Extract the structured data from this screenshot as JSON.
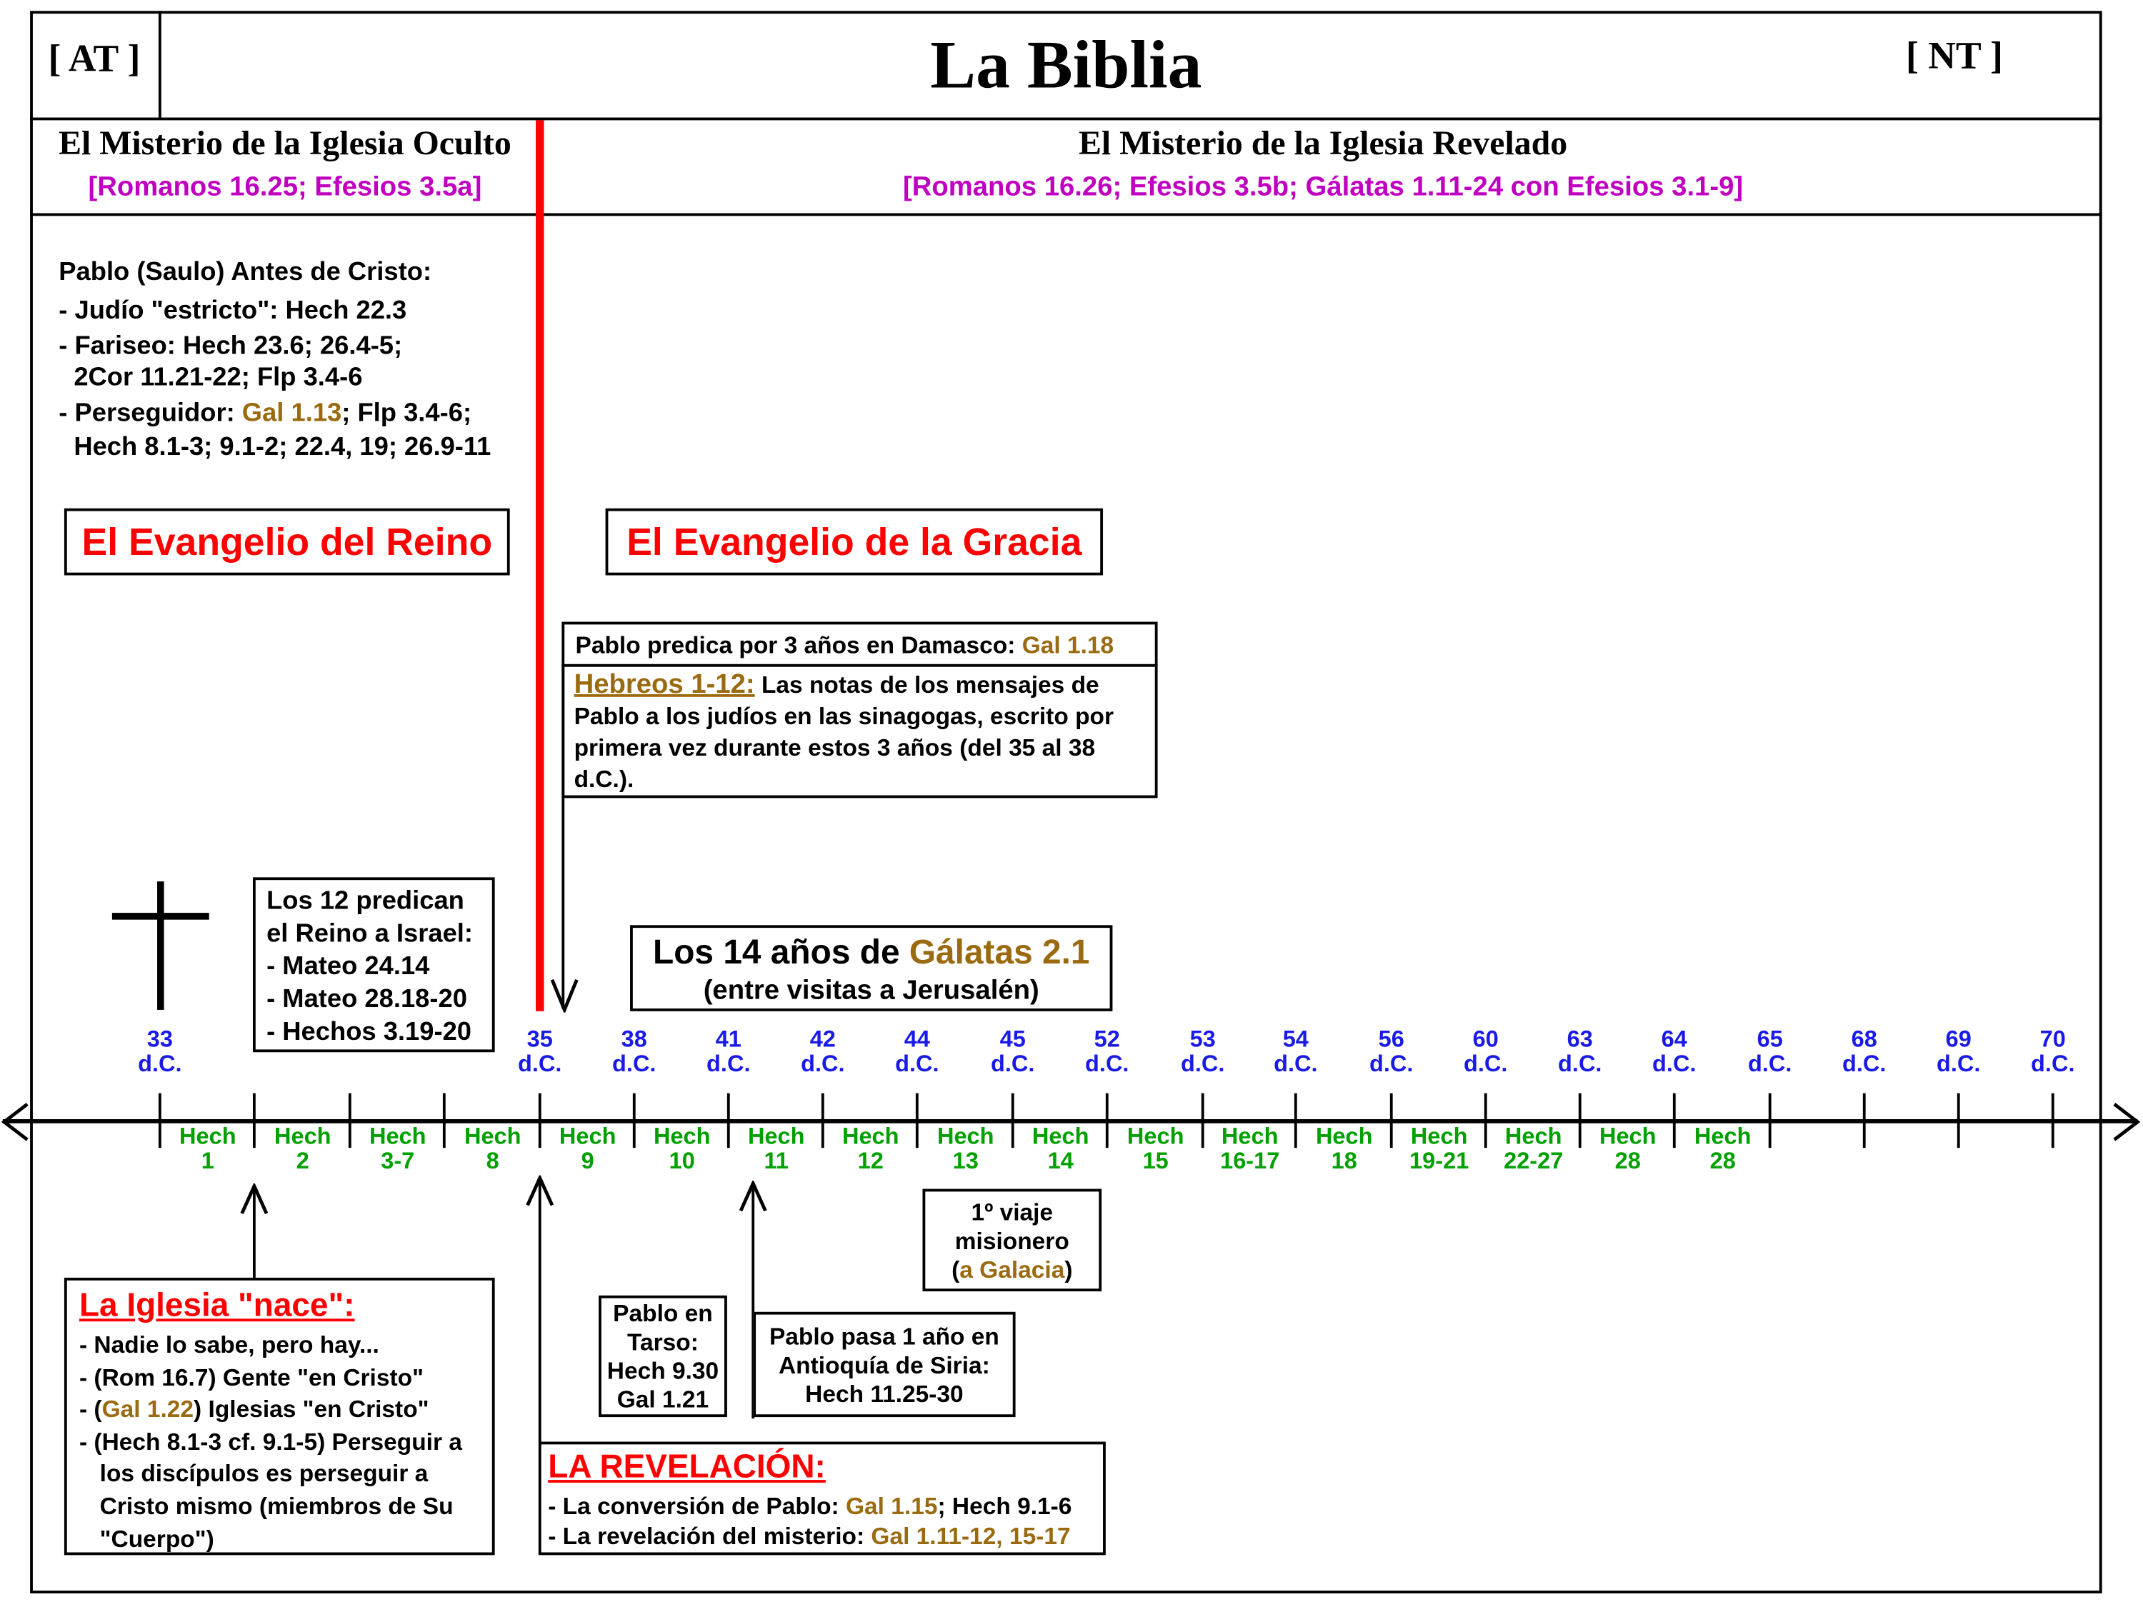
{
  "header": {
    "left_tag": "[ AT ]",
    "title": "La Biblia",
    "right_tag": "[ NT ]"
  },
  "left_head": {
    "title": "El Misterio de la Iglesia Oculto",
    "refs": "[Romanos 16.25; Efesios 3.5a]"
  },
  "right_head": {
    "title": "El Misterio de la Iglesia Revelado",
    "refs": "[Romanos 16.26; Efesios 3.5b; Gálatas 1.11-24 con Efesios 3.1-9]"
  },
  "pablo": {
    "title": "Pablo (Saulo) Antes de Cristo:",
    "l1": "- Judío \"estricto\": Hech 22.3",
    "l2": "- Fariseo: Hech 23.6; 26.4-5;",
    "l3": "2Cor 11.21-22; Flp 3.4-6",
    "l4a": "- Perseguidor: ",
    "l4b": "Gal 1.13",
    "l4c": "; Flp 3.4-6;",
    "l5": "Hech 8.1-3; 9.1-2; 22.4, 19; 26.9-11"
  },
  "gospel_kingdom": "El Evangelio del Reino",
  "gospel_grace": "El Evangelio de la Gracia",
  "damasco": {
    "text": "Pablo predica por 3 años en Damasco: ",
    "ref": "Gal 1.18"
  },
  "hebreos": {
    "ref": "Hebreos 1-12:",
    "text": " Las notas de los mensajes de Pablo a los judíos en las sinagogas, escrito por primera vez durante estos 3 años (del 35 al 38 d.C.)."
  },
  "twelve": {
    "l1": "Los 12 predican",
    "l2": "el Reino a Israel:",
    "l3": "- Mateo 24.14",
    "l4": "- Mateo 28.18-20",
    "l5": "- Hechos 3.19-20"
  },
  "fourteen": {
    "a": "Los 14 años de ",
    "b": "Gálatas 2.1",
    "sub": "(entre visitas a Jerusalén)"
  },
  "years": [
    "33",
    "",
    "",
    "",
    "35",
    "38",
    "41",
    "42",
    "44",
    "45",
    "52",
    "53",
    "54",
    "56",
    "60",
    "63",
    "64",
    "65",
    "68",
    "69",
    "70"
  ],
  "year_suffix": "d.C.",
  "hech_label": "Hech",
  "chapters": [
    "1",
    "2",
    "3-7",
    "8",
    "9",
    "10",
    "11",
    "12",
    "13",
    "14",
    "15",
    "16-17",
    "18",
    "19-21",
    "22-27",
    "28",
    "28"
  ],
  "iglesia": {
    "title": "La Iglesia \"nace\":",
    "l1": "- Nadie lo sabe, pero hay...",
    "l2": "- (Rom 16.7) Gente \"en Cristo\"",
    "l3a": "- (",
    "l3b": "Gal 1.22",
    "l3c": ") Iglesias \"en Cristo\"",
    "l4": "- (Hech 8.1-3 cf. 9.1-5) Perseguir a",
    "l5": "los discípulos es perseguir a",
    "l6": "Cristo mismo (miembros de Su",
    "l7": "\"Cuerpo\")"
  },
  "tarso": {
    "l1": "Pablo en",
    "l2": "Tarso:",
    "l3": "Hech 9.30",
    "l4": "Gal 1.21"
  },
  "antioquia": {
    "l1": "Pablo pasa 1 año en",
    "l2": "Antioquía de Siria:",
    "l3": "Hech 11.25-30"
  },
  "viaje": {
    "l1": "1º viaje",
    "l2": "misionero",
    "l3a": "(",
    "l3b": "a Galacia",
    "l3c": ")"
  },
  "revelacion": {
    "title": "LA REVELACIÓN:",
    "l1a": "- La conversión de Pablo: ",
    "l1b": "Gal 1.15",
    "l1c": "; Hech 9.1-6",
    "l2a": "- La revelación del misterio: ",
    "l2b": "Gal 1.11-12, 15-17"
  }
}
